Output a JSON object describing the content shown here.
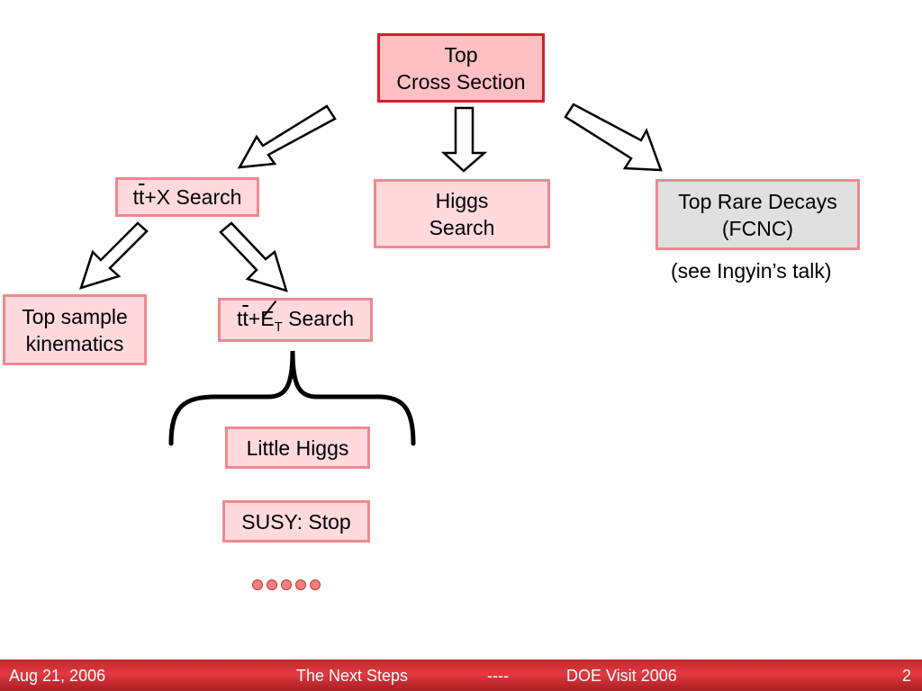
{
  "nodes": {
    "top_cross_section": {
      "line1": "Top",
      "line2": "Cross Section"
    },
    "ttx_search": {
      "prefix": "tt",
      "label": "+X Search"
    },
    "higgs_search": {
      "line1": "Higgs",
      "line2": "Search"
    },
    "rare_decays": {
      "line1": "Top Rare Decays",
      "line2": "(FCNC)"
    },
    "top_sample": {
      "line1": "Top sample",
      "line2": "kinematics"
    },
    "ttmet_search": {
      "prefix": "tt",
      "plus": "+",
      "met": "E",
      "met_sub": "T",
      "label": " Search"
    },
    "little_higgs": {
      "label": "Little Higgs"
    },
    "susy_stop": {
      "label": "SUSY: Stop"
    }
  },
  "note": "(see Ingyin’s talk)",
  "footer": {
    "date": "Aug 21, 2006",
    "title": "The Next Steps",
    "separator": "----",
    "event": "DOE Visit 2006",
    "page": "2"
  },
  "colors": {
    "box_fill": "#ffd9dc",
    "box_border": "#ee8a90",
    "main_fill": "#ffbfc3",
    "main_border": "#dd1c2a",
    "gray_fill": "#e0e0e0",
    "footer": "#d32f35"
  }
}
